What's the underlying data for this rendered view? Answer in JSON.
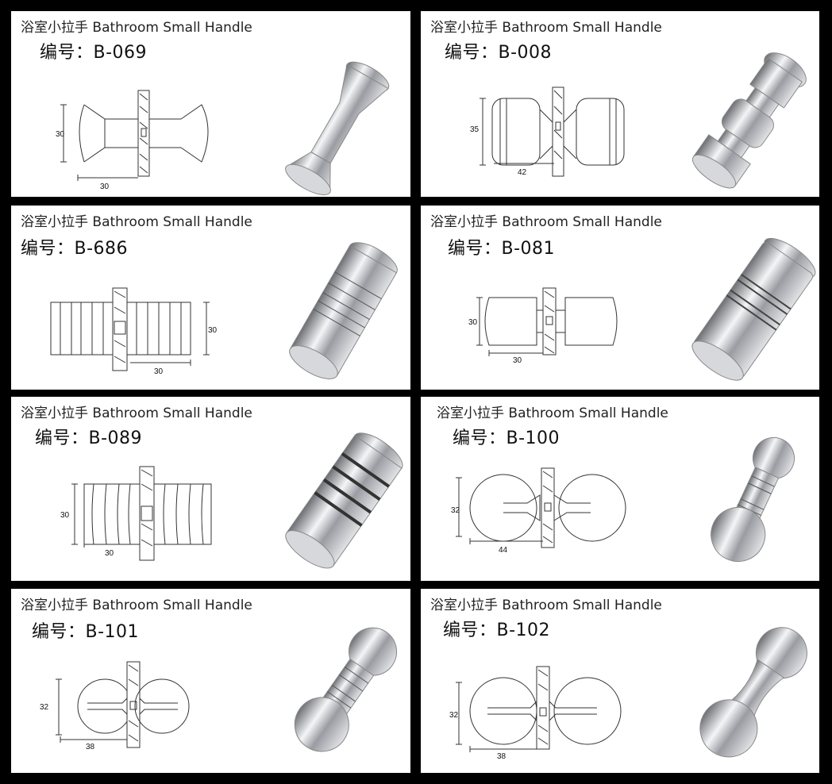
{
  "panels": [
    {
      "title": "浴室小拉手 Bathroom Small Handle",
      "code": "编号：B-069",
      "dim_a": "30",
      "dim_b": "30"
    },
    {
      "title": "浴室小拉手 Bathroom Small Handle",
      "code": "编号：B-008",
      "dim_a": "35",
      "dim_b": "42"
    },
    {
      "title": "浴室小拉手 Bathroom Small Handle",
      "code": "编号：B-686",
      "dim_a": "30",
      "dim_b": "30"
    },
    {
      "title": "浴室小拉手 Bathroom Small Handle",
      "code": "编号：B-081",
      "dim_a": "30",
      "dim_b": "30"
    },
    {
      "title": "浴室小拉手 Bathroom Small Handle",
      "code": "编号：B-089",
      "dim_a": "30",
      "dim_b": "30"
    },
    {
      "title": "浴室小拉手 Bathroom Small Handle",
      "code": "编号：B-100",
      "dim_a": "32",
      "dim_b": "44"
    },
    {
      "title": "浴室小拉手 Bathroom Small Handle",
      "code": "编号：B-101",
      "dim_a": "32",
      "dim_b": "38"
    },
    {
      "title": "浴室小拉手 Bathroom Small Handle",
      "code": "编号：B-102",
      "dim_a": "32",
      "dim_b": "38"
    }
  ]
}
